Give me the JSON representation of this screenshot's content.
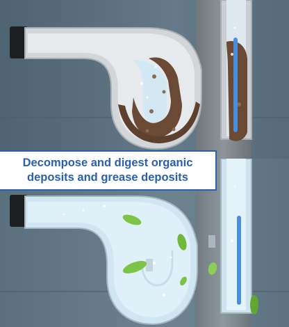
{
  "caption": {
    "line1": "Decompose and digest organic",
    "line2": "deposits and grease deposits"
  },
  "colors": {
    "background": "#5a6f7d",
    "caption_text": "#2b60ad",
    "caption_border": "#2b60ad",
    "pipe": "#c7ccd0",
    "water": "#cfe8f3",
    "clog": "#6a4a34",
    "leaf": "#7cc448",
    "dispenser_stick": "#4a8ee0"
  },
  "illustration": {
    "top_state": "clogged-pipe",
    "bottom_state": "clean-pipe",
    "icons": [
      "drain-pipe-icon",
      "clog-deposit-icon",
      "leaf-icon",
      "dispenser-stick-icon"
    ]
  }
}
